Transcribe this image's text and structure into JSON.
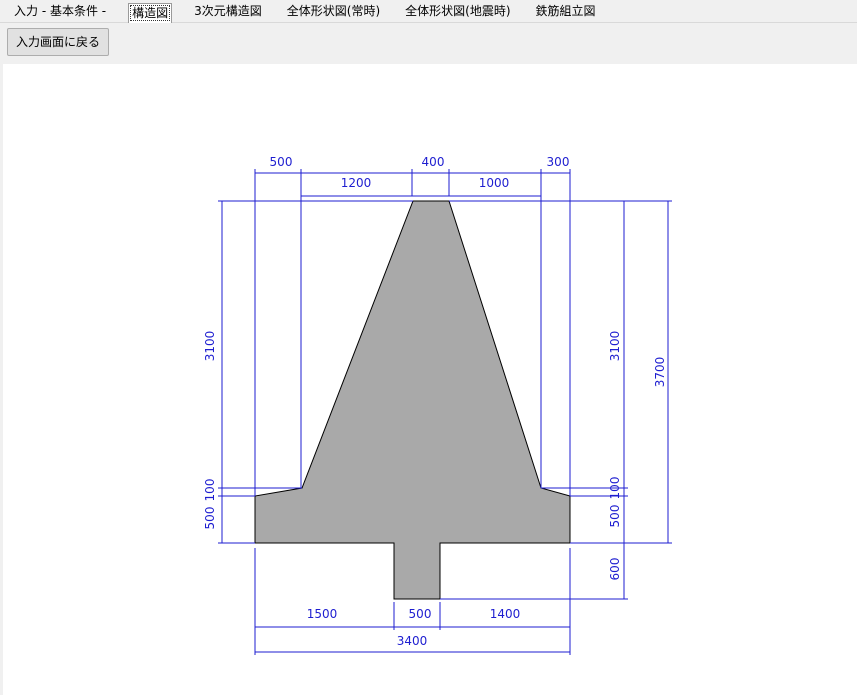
{
  "tabs": [
    {
      "label": "入力 - 基本条件 -",
      "active": false
    },
    {
      "label": "構造図",
      "active": true
    },
    {
      "label": "3次元構造図",
      "active": false
    },
    {
      "label": "全体形状図(常時)",
      "active": false
    },
    {
      "label": "全体形状図(地震時)",
      "active": false
    },
    {
      "label": "鉄筋組立図",
      "active": false
    }
  ],
  "toolbar": {
    "back_button": "入力画面に戻る"
  },
  "colors": {
    "dimension": "#1e1ed0",
    "section_fill": "#a9a9a9",
    "background": "#ffffff"
  },
  "dimensions": {
    "top_left_offset": "500",
    "top_width": "400",
    "top_right_offset": "300",
    "left_slope": "1200",
    "right_slope": "1000",
    "left_wall_height": "3100",
    "right_wall_height": "3100",
    "total_height": "3700",
    "left_haunch": "100",
    "left_base": "500",
    "right_haunch": "100",
    "right_base": "500",
    "key_depth": "600",
    "bottom_left": "1500",
    "key_width": "500",
    "bottom_right": "1400",
    "total_width": "3400"
  }
}
